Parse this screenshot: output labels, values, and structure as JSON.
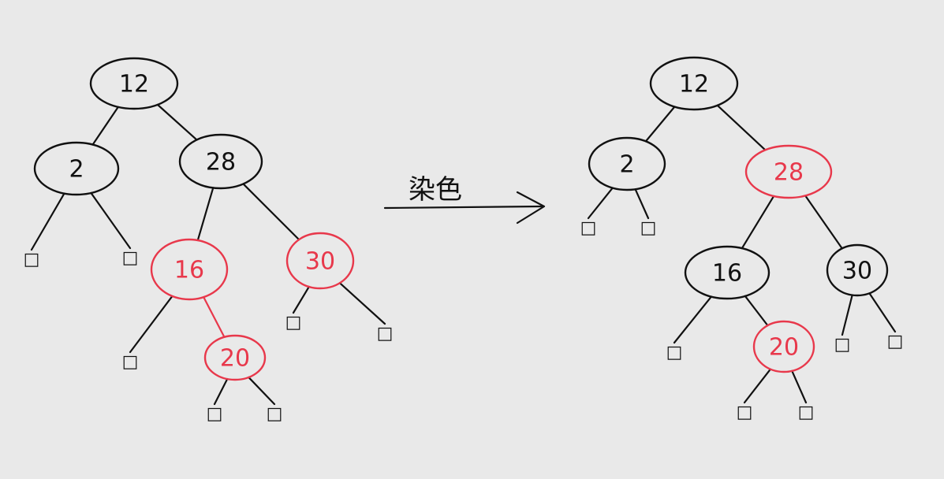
{
  "colors": {
    "black": "#111111",
    "red": "#e8384b",
    "background": "#e9e9e9"
  },
  "arrow": {
    "label": "染色"
  },
  "leaf_symbol": "□",
  "trees": [
    {
      "name": "before",
      "nodes": [
        {
          "id": "n12",
          "label": "12",
          "color": "black"
        },
        {
          "id": "n2",
          "label": "2",
          "color": "black"
        },
        {
          "id": "n28",
          "label": "28",
          "color": "black"
        },
        {
          "id": "n16",
          "label": "16",
          "color": "red"
        },
        {
          "id": "n30",
          "label": "30",
          "color": "red"
        },
        {
          "id": "n20",
          "label": "20",
          "color": "red"
        }
      ],
      "edges": [
        [
          "n12",
          "n2"
        ],
        [
          "n12",
          "n28"
        ],
        [
          "n2",
          "l1"
        ],
        [
          "n2",
          "l2"
        ],
        [
          "n28",
          "n16"
        ],
        [
          "n28",
          "n30"
        ],
        [
          "n16",
          "l3"
        ],
        [
          "n16",
          "n20"
        ],
        [
          "n30",
          "l4"
        ],
        [
          "n30",
          "l5"
        ],
        [
          "n20",
          "l6"
        ],
        [
          "n20",
          "l7"
        ]
      ],
      "leaves": [
        "l1",
        "l2",
        "l3",
        "l4",
        "l5",
        "l6",
        "l7"
      ]
    },
    {
      "name": "after",
      "nodes": [
        {
          "id": "n12",
          "label": "12",
          "color": "black"
        },
        {
          "id": "n2",
          "label": "2",
          "color": "black"
        },
        {
          "id": "n28",
          "label": "28",
          "color": "red"
        },
        {
          "id": "n16",
          "label": "16",
          "color": "black"
        },
        {
          "id": "n30",
          "label": "30",
          "color": "black"
        },
        {
          "id": "n20",
          "label": "20",
          "color": "red"
        }
      ],
      "edges": [
        [
          "n12",
          "n2"
        ],
        [
          "n12",
          "n28"
        ],
        [
          "n2",
          "l1"
        ],
        [
          "n2",
          "l2"
        ],
        [
          "n28",
          "n16"
        ],
        [
          "n28",
          "n30"
        ],
        [
          "n16",
          "l3"
        ],
        [
          "n16",
          "n20"
        ],
        [
          "n30",
          "l4"
        ],
        [
          "n30",
          "l5"
        ],
        [
          "n20",
          "l6"
        ],
        [
          "n20",
          "l7"
        ]
      ],
      "leaves": [
        "l1",
        "l2",
        "l3",
        "l4",
        "l5",
        "l6",
        "l7"
      ]
    }
  ]
}
